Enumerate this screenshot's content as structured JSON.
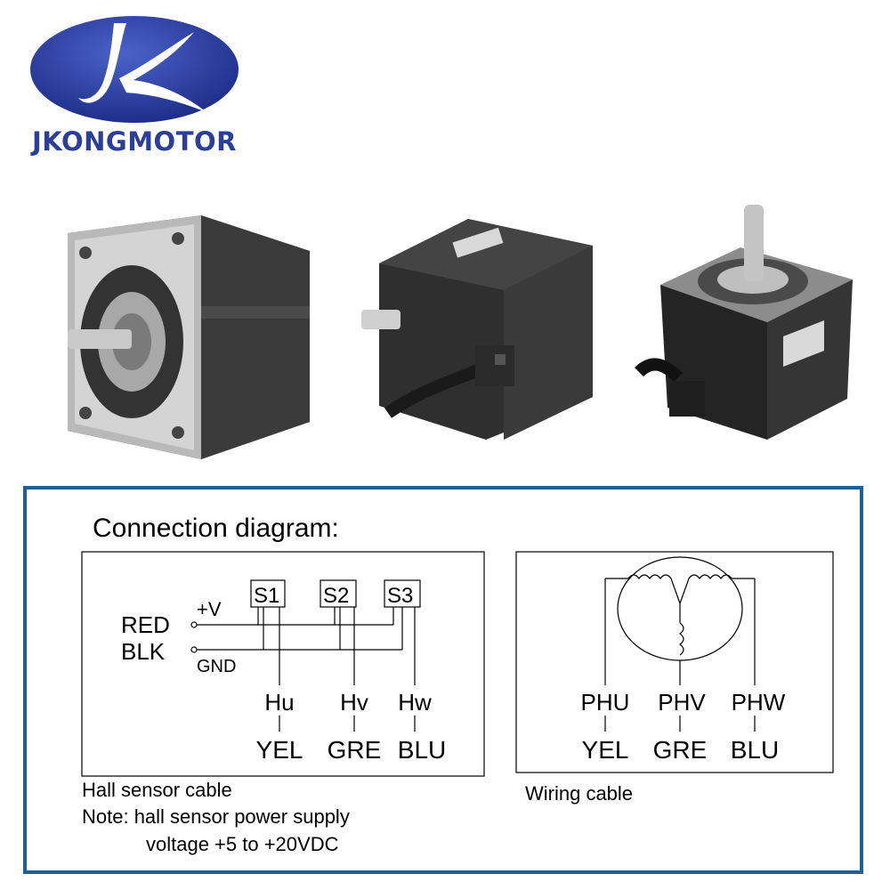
{
  "brand": {
    "name": "JKONGMOTOR",
    "color": "#2b3f99",
    "logo_bg": "#2f3f9e"
  },
  "frame_color": "#1f5f91",
  "diagram": {
    "title": "Connection diagram:",
    "hall": {
      "sensors": [
        "S1",
        "S2",
        "S3"
      ],
      "supply_label": "+V",
      "ground_label": "GND",
      "wires": [
        "RED",
        "BLK"
      ],
      "signals": [
        "Hu",
        "Hv",
        "Hw"
      ],
      "colors": [
        "YEL",
        "GRE",
        "BLU"
      ],
      "caption": "Hall sensor cable",
      "note_line1": "Note: hall sensor power supply",
      "note_line2": "voltage +5 to +20VDC"
    },
    "winding": {
      "phases": [
        "PHU",
        "PHV",
        "PHW"
      ],
      "colors": [
        "YEL",
        "GRE",
        "BLU"
      ],
      "caption": "Wiring cable"
    }
  }
}
